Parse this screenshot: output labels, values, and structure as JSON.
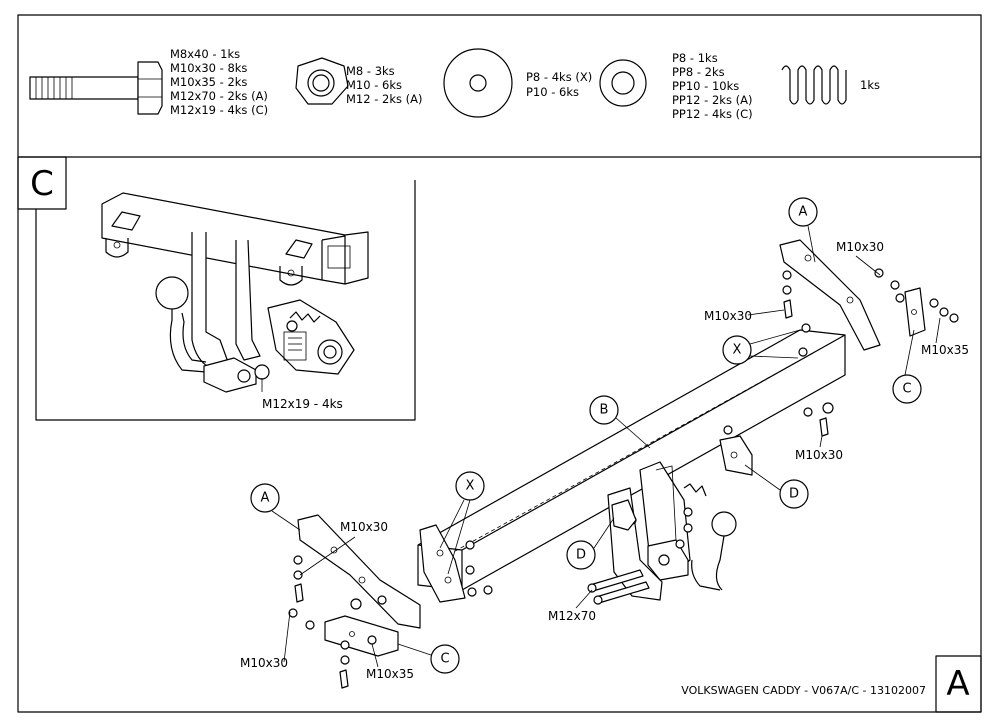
{
  "parts_list": {
    "bolts": [
      "M8x40 - 1ks",
      "M10x30 - 8ks",
      "M10x35 - 2ks",
      "M12x70 - 2ks (A)",
      "M12x19 - 4ks (C)"
    ],
    "nuts": [
      "M8 - 3ks",
      "M10 - 6ks",
      "M12 - 2ks (A)"
    ],
    "washers_large": [
      "P8 - 4ks (X)",
      "P10 - 6ks"
    ],
    "washers_small": [
      "P8 - 1ks",
      "PP8 - 2ks",
      "PP10 - 10ks",
      "PP12 - 2ks (A)",
      "PP12 - 4ks (C)"
    ],
    "spring": "1ks"
  },
  "detail": {
    "letter": "C",
    "bolt_label": "M12x19 - 4ks"
  },
  "callouts": {
    "a_right": "A",
    "c_right": "C",
    "d_right": "D",
    "b": "B",
    "x_upper": "X",
    "x_lower": "X",
    "a_left": "A",
    "c_left": "C",
    "d_left": "D"
  },
  "labels": {
    "m10x30_top_right": "M10x30",
    "m10x30_mid_right": "M10x30",
    "m10x35_right": "M10x35",
    "m10x30_under_right": "M10x30",
    "m10x30_left_top": "M10x30",
    "m10x30_left_bottom": "M10x30",
    "m10x35_left": "M10x35",
    "m12x70": "M12x70"
  },
  "title_block": {
    "text": "VOLKSWAGEN CADDY - V067A/C - 13102007",
    "sheet_letter": "A"
  }
}
